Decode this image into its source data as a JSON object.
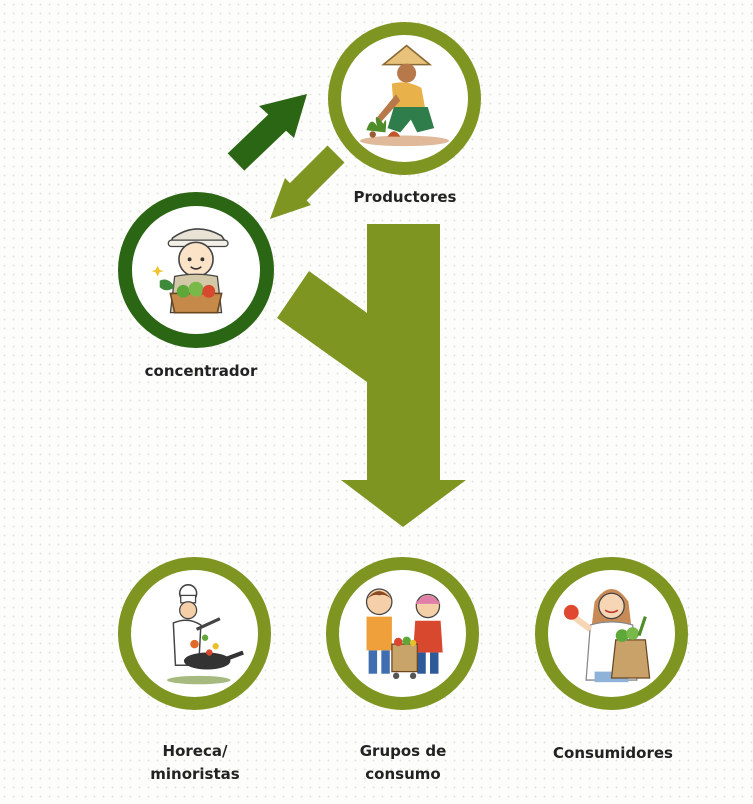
{
  "diagram": {
    "nodes": {
      "productores": {
        "label": "Productores",
        "icon": "farmer-planting-icon"
      },
      "concentrador": {
        "label": "concentrador",
        "icon": "vendor-with-vegetable-basket-icon"
      },
      "horeca": {
        "label_line1": "Horeca/",
        "label_line2": "minoristas",
        "icon": "chef-cooking-icon"
      },
      "grupos": {
        "label_line1": "Grupos de",
        "label_line2": "consumo",
        "icon": "children-with-produce-cart-icon"
      },
      "consumidores": {
        "label": "Consumidores",
        "icon": "woman-with-grocery-bag-icon"
      }
    },
    "arrows": [
      {
        "from": "concentrador",
        "to": "productores",
        "color": "#2b6614"
      },
      {
        "from": "productores",
        "to": "concentrador",
        "color": "#7e9521"
      },
      {
        "from": "concentrador",
        "to": "horeca, grupos, consumidores",
        "color": "#7e9521"
      }
    ],
    "colors": {
      "light_green": "#7e9521",
      "dark_green": "#2b6614",
      "label": "#222222"
    }
  }
}
